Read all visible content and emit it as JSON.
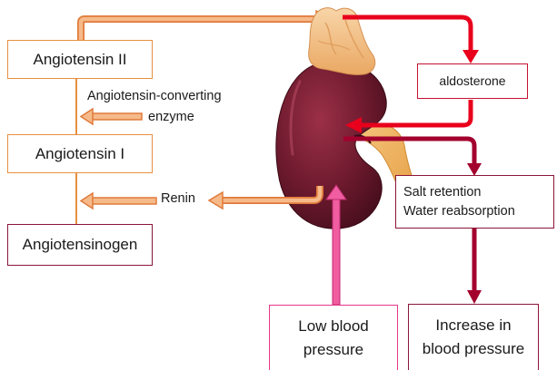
{
  "diagram": {
    "nodes": {
      "angiotensin_ii": "Angiotensin II",
      "angiotensin_i": "Angiotensin I",
      "angiotensinogen": "Angiotensinogen",
      "aldosterone": "aldosterone",
      "salt_retention": "Salt retention",
      "water_reabsorption": "Water reabsorption",
      "low_bp_line1": "Low blood",
      "low_bp_line2": "pressure",
      "increase_bp_line1": "Increase in",
      "increase_bp_line2": "blood pressure"
    },
    "labels": {
      "ace_line1": "Angiotensin-converting",
      "ace_line2": "enzyme",
      "renin": "Renin"
    },
    "edges": [
      {
        "from": "Angiotensinogen",
        "to": "Angiotensin I",
        "via": "Renin"
      },
      {
        "from": "Angiotensin I",
        "to": "Angiotensin II",
        "via": "Angiotensin-converting enzyme"
      },
      {
        "from": "Angiotensin II",
        "to": "adrenal gland"
      },
      {
        "from": "adrenal gland",
        "to": "aldosterone"
      },
      {
        "from": "aldosterone",
        "to": "kidney"
      },
      {
        "from": "kidney",
        "to": "Salt retention / Water reabsorption"
      },
      {
        "from": "Salt retention / Water reabsorption",
        "to": "Increase in blood pressure"
      },
      {
        "from": "Low blood pressure",
        "to": "kidney"
      },
      {
        "from": "kidney",
        "to": "Renin"
      }
    ]
  },
  "colors": {
    "orange_arrow": "#f6ba8a",
    "orange_outline": "#e07a3a",
    "red_arrow": "#e8001c",
    "dark_red_arrow": "#a3002d",
    "pink_arrow": "#f05da0",
    "box_border_orange": "#e8903f",
    "box_border_red": "#c41230",
    "box_border_maroon": "#8b1538",
    "box_border_pink": "#e8378a",
    "kidney": "#6e1a2e",
    "adrenal_gland": "#f3c58e",
    "ureter": "#f0b060"
  }
}
